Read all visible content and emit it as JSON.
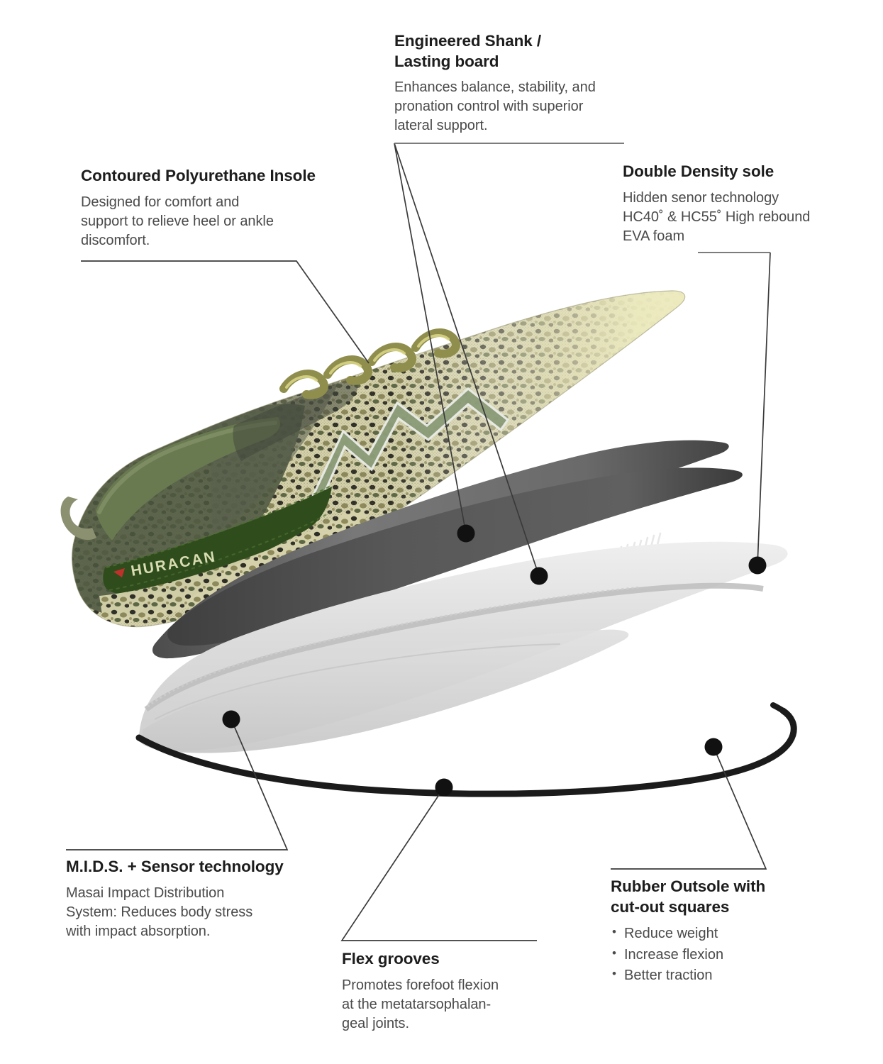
{
  "diagram": {
    "subject": "HURACAN running shoe exploded technical diagram",
    "brand_label": "HURACAN",
    "background_color": "#ffffff",
    "leader_line_color": "#3a3a3a",
    "marker_dot_color": "#111111"
  },
  "callouts": [
    {
      "id": "engineered-shank",
      "title": "Engineered Shank /\nLasting board",
      "body": "Enhances balance, stability, and\npronation control with superior\nlateral support."
    },
    {
      "id": "contoured-insole",
      "title": "Contoured Polyurethane Insole",
      "body": "Designed for comfort and\nsupport to relieve heel or ankle\ndiscomfort."
    },
    {
      "id": "double-density-sole",
      "title": "Double Density sole",
      "body": "Hidden senor technology\nHC40˚ & HC55˚ High rebound\nEVA foam"
    },
    {
      "id": "mids-sensor-technology",
      "title": "M.I.D.S. + Sensor technology",
      "body": "Masai Impact Distribution\nSystem: Reduces body stress\nwith impact absorption."
    },
    {
      "id": "flex-grooves",
      "title": "Flex grooves",
      "body": "Promotes forefoot flexion\nat the metatarsophalan-\ngeal joints."
    },
    {
      "id": "rubber-outsole",
      "title": "Rubber Outsole with\ncut-out squares",
      "body": "",
      "bullets": [
        "Reduce weight",
        "Increase flexion",
        "Better traction"
      ]
    }
  ],
  "components": {
    "upper": {
      "name": "Camouflage knit upper",
      "colors": [
        "#c9c9a4",
        "#8d8a64",
        "#4e5a3c",
        "#2f2f28",
        "#e3e0c2"
      ]
    },
    "collar": {
      "name": "Padded heel collar",
      "color": "#5c6b44"
    },
    "heel_band": {
      "name": "Heel brand band",
      "color": "#35521f",
      "text": "HURACAN"
    },
    "laces": {
      "name": "Laces",
      "color": "#8e8c4a"
    },
    "side_logo": {
      "name": "Zigzag side logo",
      "color": "#8f9e7c"
    },
    "midsole_top": {
      "name": "Engineered shank",
      "color": "#6f6f6f"
    },
    "lasting_board": {
      "name": "Lasting board",
      "color": "#4f4f4f"
    },
    "double_density_sole": {
      "name": "Double density EVA sole",
      "color": "#d9d9d9"
    },
    "outsole": {
      "name": "Rubber outsole",
      "color": "#1c1c1c"
    }
  }
}
